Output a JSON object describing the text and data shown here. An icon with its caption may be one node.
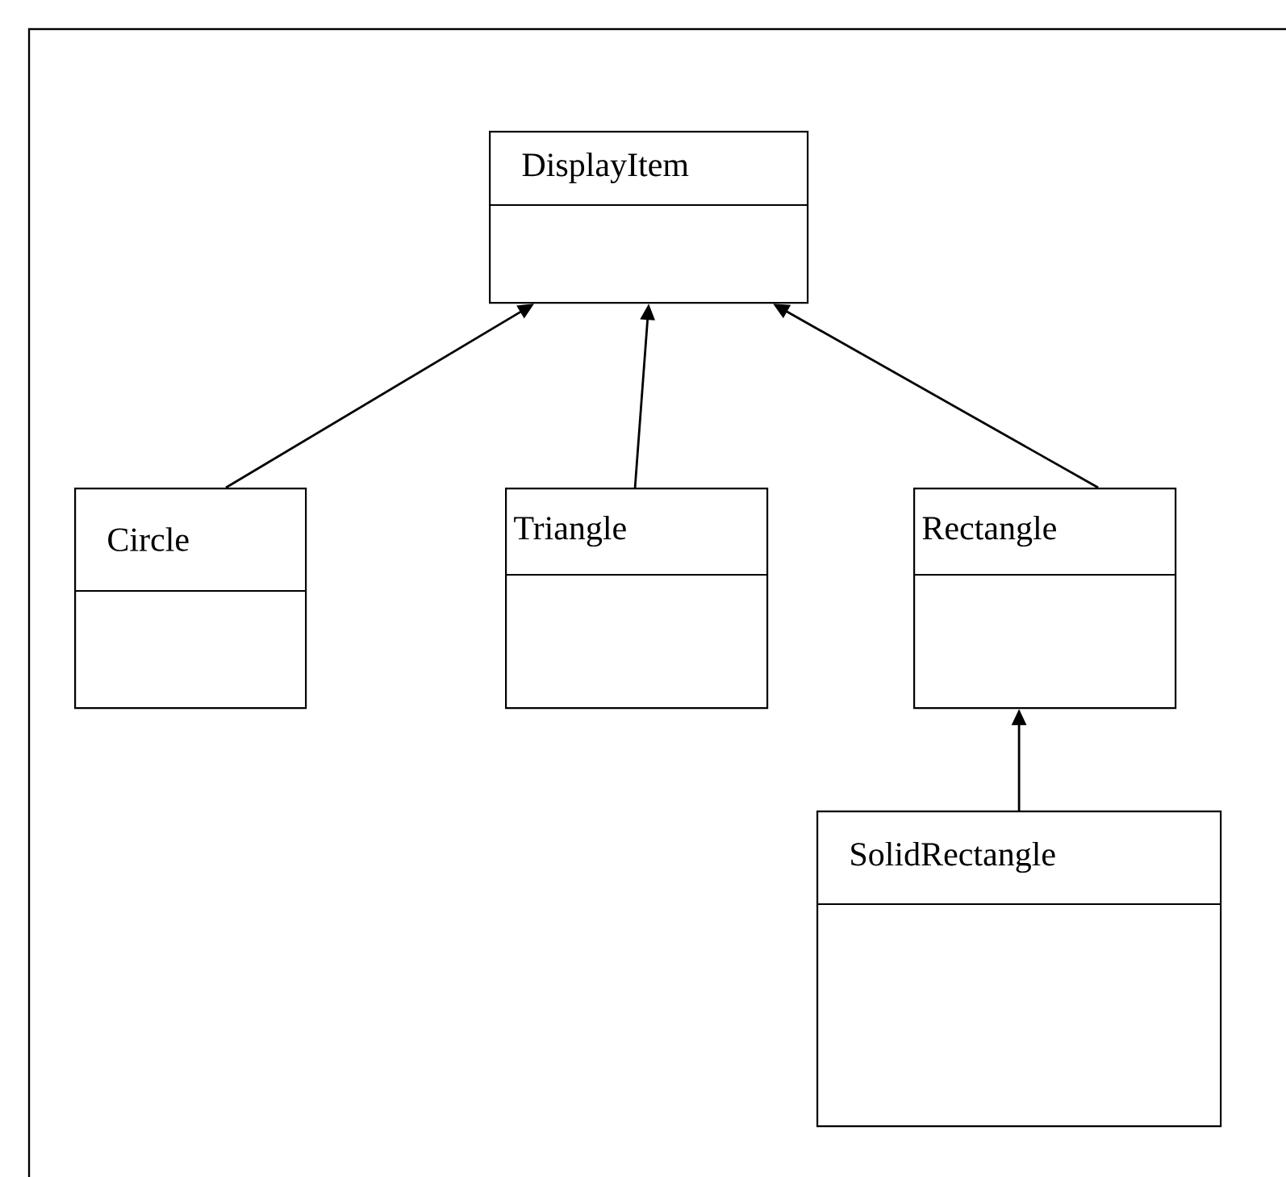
{
  "diagram": {
    "nodes": [
      {
        "text": [
          "DisplayItem"
        ]
      },
      {
        "text": [
          "Circle"
        ]
      },
      {
        "text": [
          "Triangle"
        ]
      },
      {
        "text": [
          "Rectangle"
        ]
      },
      {
        "text": [
          "SolidRectangle"
        ]
      }
    ],
    "edges": [
      {
        "from": 1,
        "to": 0,
        "arrow": "to"
      },
      {
        "from": 2,
        "to": 0,
        "arrow": "to"
      },
      {
        "from": 3,
        "to": 0,
        "arrow": "to"
      },
      {
        "from": 4,
        "to": 3,
        "arrow": "to"
      }
    ]
  }
}
